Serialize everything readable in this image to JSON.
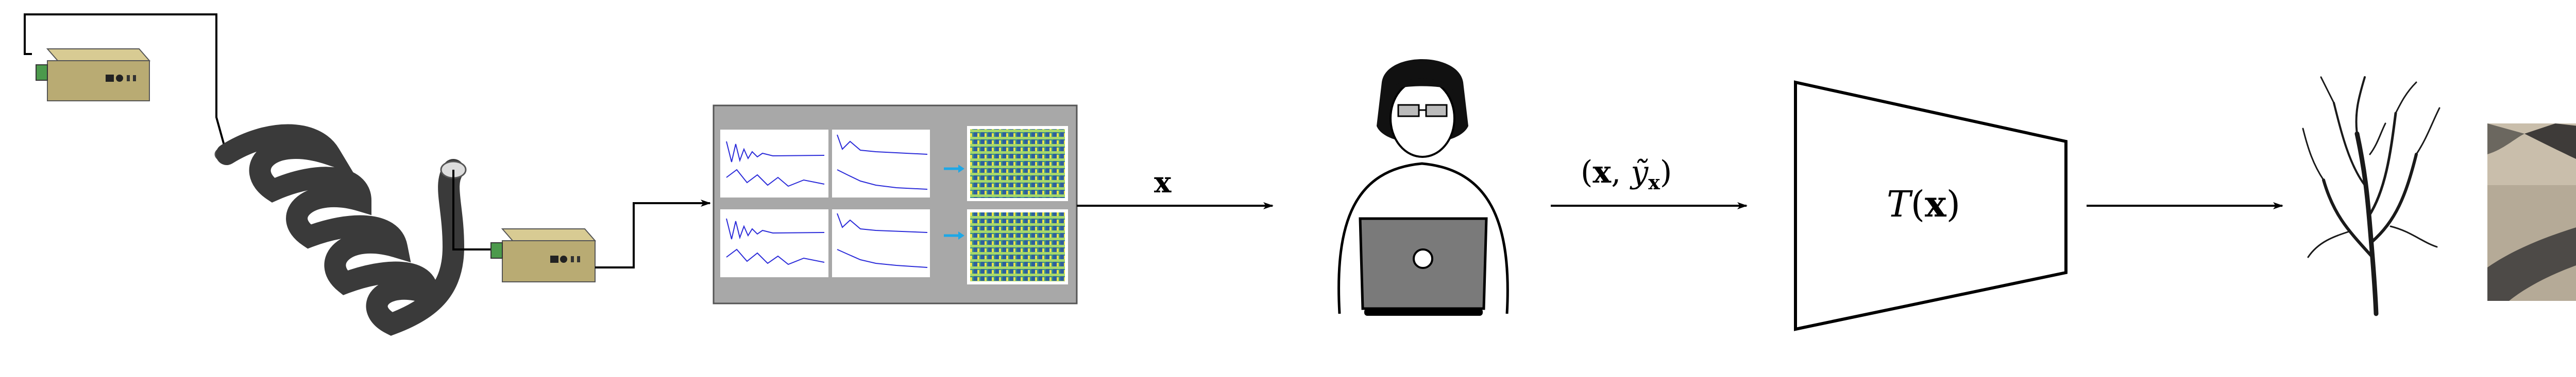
{
  "labels": {
    "input": "x",
    "pair_open": "(",
    "pair_x": "x",
    "pair_sep": ", ",
    "pair_y": "ỹ",
    "pair_sub": "x",
    "pair_close": ")",
    "transform_fn": "T",
    "transform_open": "(",
    "transform_x": "x",
    "transform_close": ")"
  },
  "icons": {
    "data_acquisition": [
      "signal-device-icon",
      "coiled-cable-icon",
      "signal-device-icon"
    ],
    "processing": "spectrum-plots-panel",
    "analyst": "person-with-laptop-icon",
    "model": "trapezoid-transformer",
    "outputs": [
      "tree-branch-icon",
      "damaged-cable-photo"
    ]
  },
  "colors": {
    "stroke": "#000000",
    "panel_gray": "#a8a8a8",
    "plot_line": "#2b2bd9",
    "arrow_accent": "#1ea7e6",
    "device_body": "#b9ab73",
    "device_top": "#d8cb93",
    "cable": "#3a3a3a"
  }
}
